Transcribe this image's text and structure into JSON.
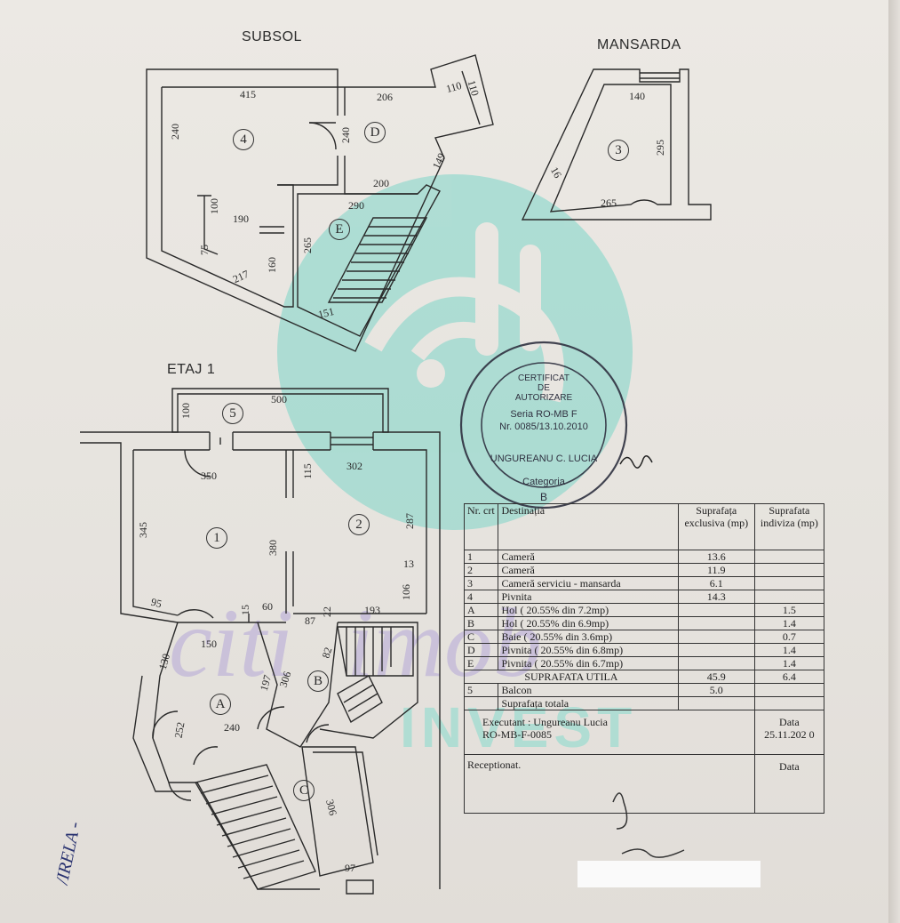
{
  "sections": {
    "subsol": "SUBSOL",
    "mansarda": "MANSARDA",
    "etaj": "ETAJ 1"
  },
  "dimensions": {
    "subsol": [
      "415",
      "206",
      "110",
      "110",
      "240",
      "240",
      "200",
      "149",
      "100",
      "190",
      "290",
      "75",
      "265",
      "160",
      "217",
      "151"
    ],
    "mansarda": [
      "140",
      "295",
      "16",
      "265"
    ],
    "etaj": [
      "100",
      "500",
      "350",
      "115",
      "302",
      "345",
      "380",
      "287",
      "13",
      "106",
      "95",
      "15",
      "60",
      "87",
      "22",
      "193",
      "150",
      "82",
      "130",
      "197",
      "306",
      "252",
      "240",
      "306",
      "97"
    ]
  },
  "rooms": {
    "r4": "4",
    "rD": "D",
    "rE": "E",
    "r3": "3",
    "r5": "5",
    "r1": "1",
    "r2": "2",
    "rA": "A",
    "rB": "B",
    "rC": "C"
  },
  "stamp": {
    "line1": "CERTIFICAT",
    "line2": "DE",
    "line3": "AUTORIZARE",
    "line4": "Seria RO-MB F",
    "line5": "Nr. 0085/13.10.2010",
    "line6": "UNGUREANU C. LUCIA",
    "line7": "Categoria",
    "line8": "B"
  },
  "watermark_colors": {
    "teal": "#7dd6c9",
    "purple": "#b4a7d8"
  },
  "table": {
    "header": {
      "nr": "Nr. crt",
      "dest": "Destinația",
      "excl": "Suprafața exclusiva (mp)",
      "indiv": "Suprafata indiviza (mp)"
    },
    "rows": [
      {
        "nr": "1",
        "dest": "Cameră",
        "excl": "13.6",
        "indiv": ""
      },
      {
        "nr": "2",
        "dest": "Cameră",
        "excl": "11.9",
        "indiv": ""
      },
      {
        "nr": "3",
        "dest": "Cameră serviciu - mansarda",
        "excl": "6.1",
        "indiv": ""
      },
      {
        "nr": "4",
        "dest": "Pivnita",
        "excl": "14.3",
        "indiv": ""
      },
      {
        "nr": "A",
        "dest": "Hol ( 20.55% din 7.2mp)",
        "excl": "",
        "indiv": "1.5"
      },
      {
        "nr": "B",
        "dest": "Hol ( 20.55% din 6.9mp)",
        "excl": "",
        "indiv": "1.4"
      },
      {
        "nr": "C",
        "dest": "Baie ( 20.55% din 3.6mp)",
        "excl": "",
        "indiv": "0.7"
      },
      {
        "nr": "D",
        "dest": "Pivnita ( 20.55% din 6.8mp)",
        "excl": "",
        "indiv": "1.4"
      },
      {
        "nr": "E",
        "dest": "Pivnita ( 20.55% din 6.7mp)",
        "excl": "",
        "indiv": "1.4"
      }
    ],
    "util": {
      "label": "SUPRAFATA UTILA",
      "excl": "45.9",
      "indiv": "6.4"
    },
    "balcon": {
      "nr": "5",
      "dest": "Balcon",
      "excl": "5.0"
    },
    "total": {
      "label": "Suprafața totala"
    },
    "executant": {
      "label": "Executant : Ungureanu Lucia",
      "code": "RO-MB-F-0085",
      "date_label": "Data",
      "date": "25.11.202 0"
    },
    "receptionat": {
      "label": "Receptionat.",
      "date_label": "Data"
    }
  },
  "handwriting": "/IRELA -"
}
